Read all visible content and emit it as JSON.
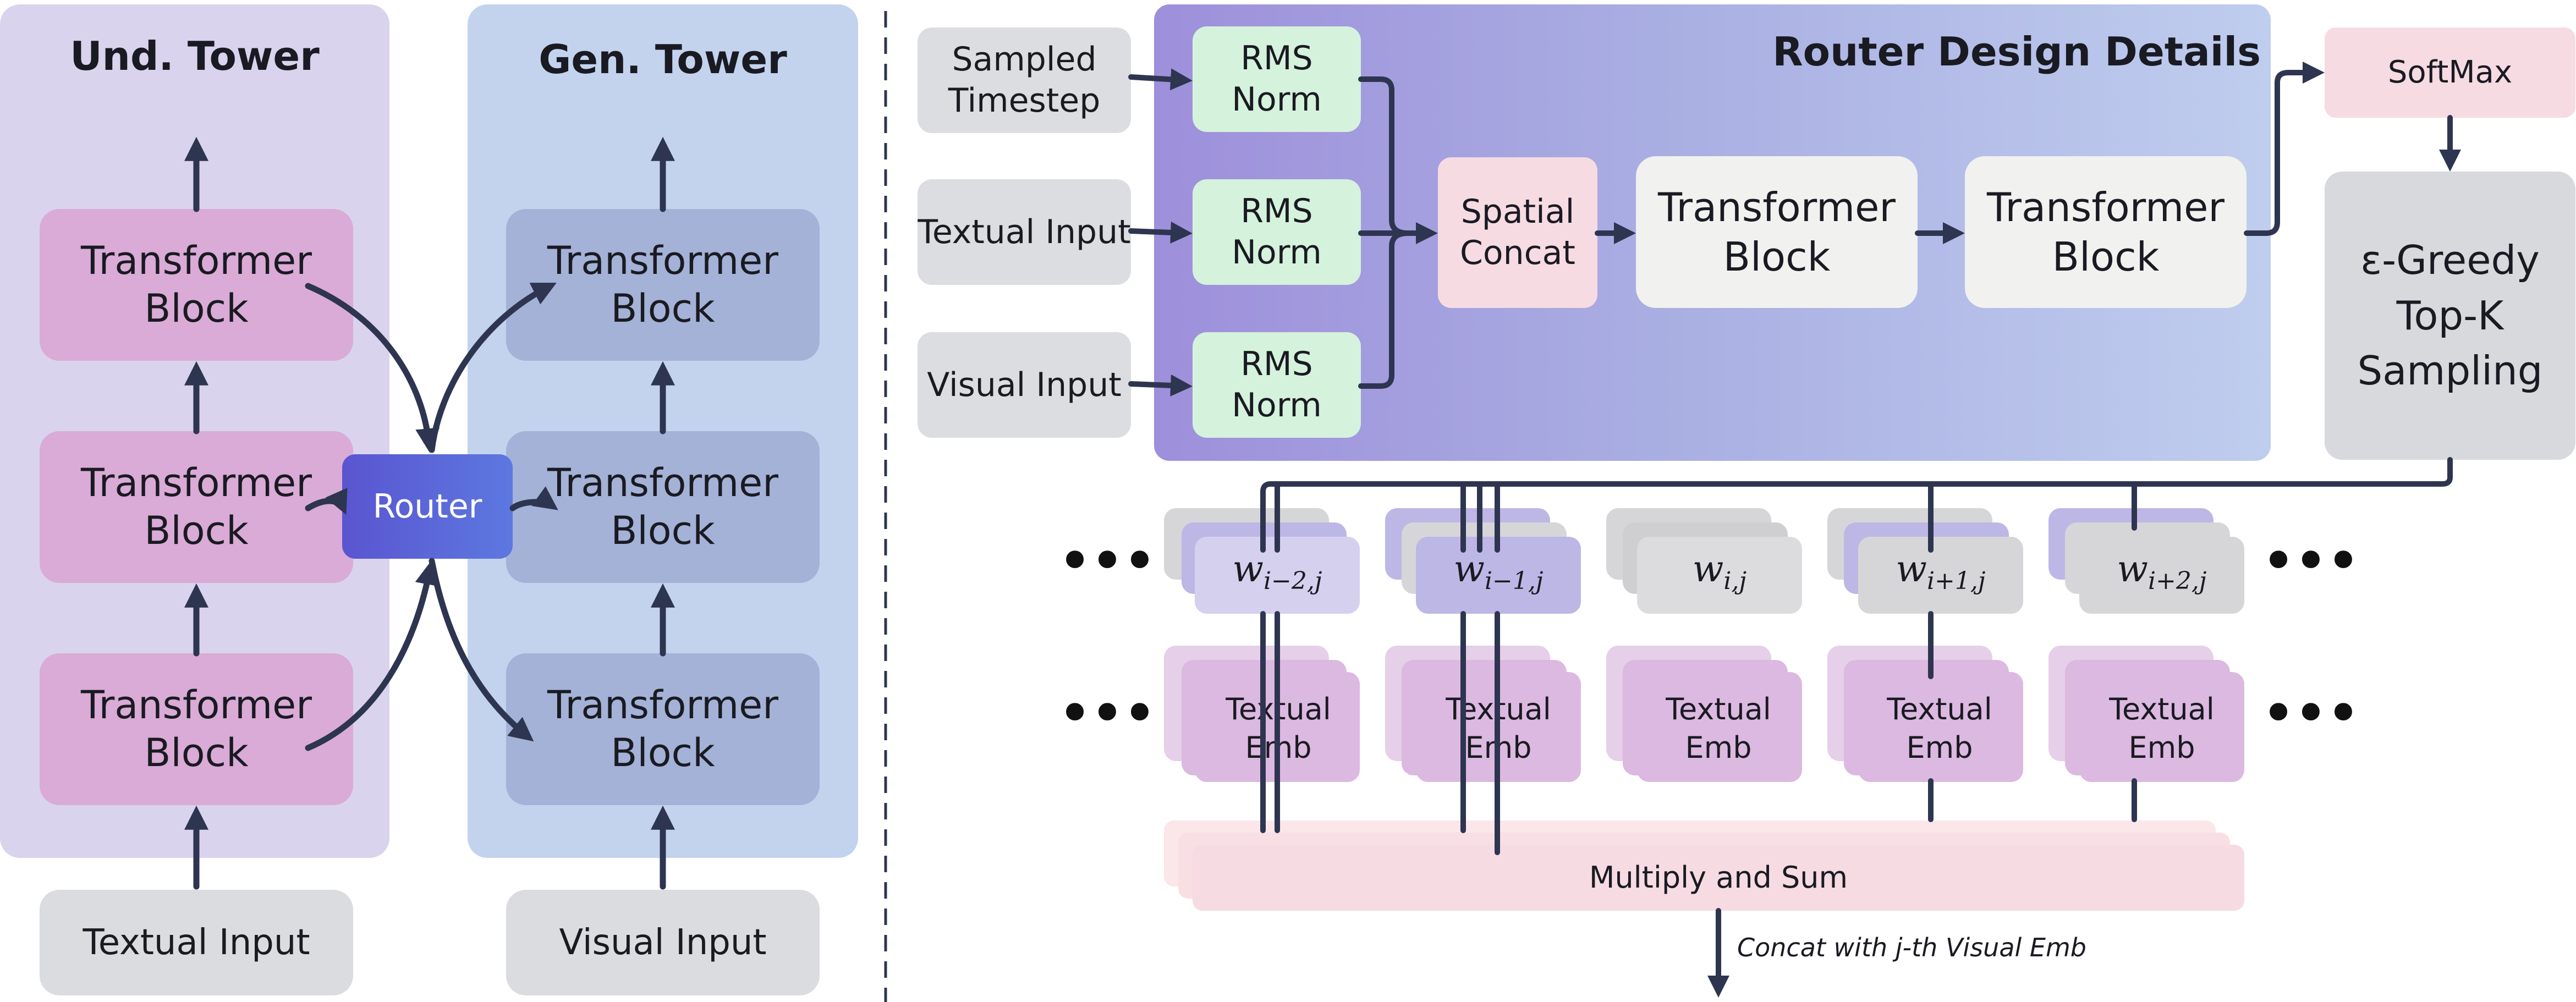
{
  "left": {
    "und_title": "Und. Tower",
    "gen_title": "Gen. Tower",
    "block_label": "Transformer Block",
    "router_label": "Router",
    "textual_input": "Textual Input",
    "visual_input": "Visual Input"
  },
  "right": {
    "title": "Router Design Details",
    "inputs": [
      "Sampled Timestep",
      "Textual Input",
      "Visual Input"
    ],
    "norm_label": "RMS Norm",
    "spatial_concat": "Spatial Concat",
    "transformer_block": "Transformer Block",
    "softmax": "SoftMax",
    "greedy": "ε-Greedy Top-K Sampling",
    "ellipsis": "•••",
    "w_labels": [
      {
        "base": "w",
        "sub": "i−2,j"
      },
      {
        "base": "w",
        "sub": "i−1,j"
      },
      {
        "base": "w",
        "sub": "i,j"
      },
      {
        "base": "w",
        "sub": "i+1,j"
      },
      {
        "base": "w",
        "sub": "i+2,j"
      }
    ],
    "emb_label": "Textual Emb",
    "multiply_sum": "Multiply and Sum",
    "concat_note": "Concat with j-th Visual Emb"
  },
  "colors": {
    "und_panel": "#d9d3ee",
    "gen_panel": "#c3d3ee",
    "und_block": "#d9abd6",
    "gen_block": "#a3b2d6",
    "router": "#5b6ed9",
    "arrow": "#2e3550",
    "rms": "#d5f2dc",
    "spatial": "#f6dbe2",
    "softmax": "#f6dbe2",
    "greedy": "#d7d9dd"
  }
}
